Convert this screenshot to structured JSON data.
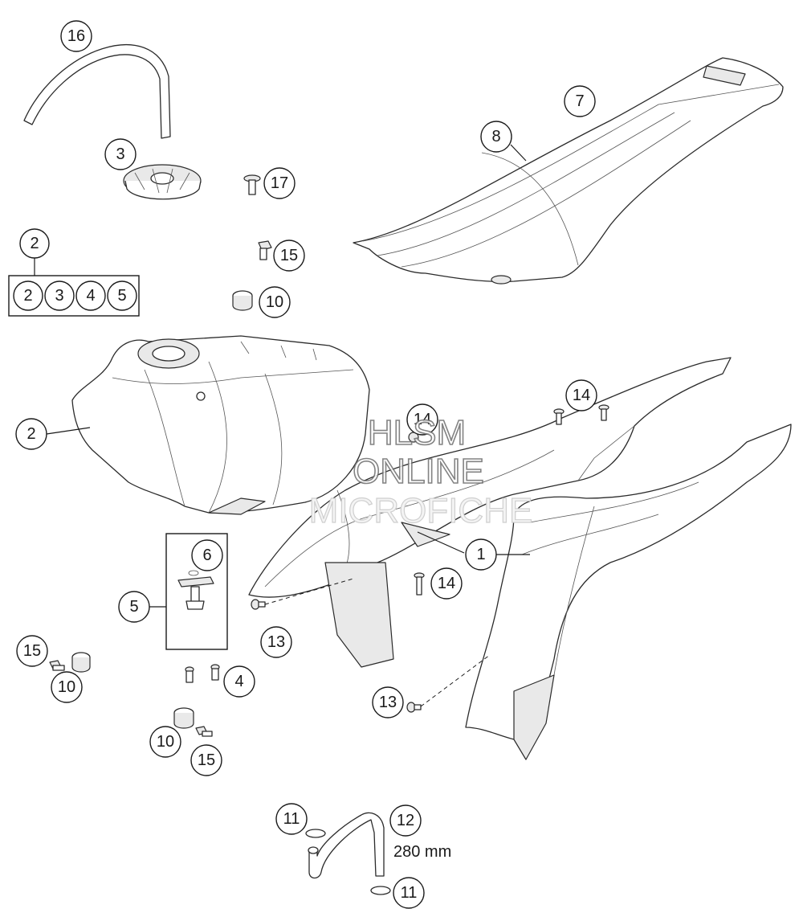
{
  "callouts": {
    "c16": "16",
    "c3": "3",
    "c17": "17",
    "c15_top": "15",
    "c10_top": "10",
    "c7": "7",
    "c8": "8",
    "c2_group": "2",
    "kit_2": "2",
    "kit_3": "3",
    "kit_4": "4",
    "kit_5": "5",
    "c2_tank": "2",
    "c6": "6",
    "c5": "5",
    "c15_left": "15",
    "c10_left": "10",
    "c4": "4",
    "c10_low": "10",
    "c15_low": "15",
    "c14_top": "14",
    "c14_mid": "14",
    "c14_low": "14",
    "c1": "1",
    "c13_mid": "13",
    "c13_low": "13",
    "c11_top": "11",
    "c12": "12",
    "c11_low": "11"
  },
  "hose_length": "280 mm",
  "watermark": {
    "line1": "HLSM",
    "line2": "ONLINE",
    "line3": "MICROFICHE"
  },
  "colors": {
    "line": "#2b2b2b",
    "shade": "#e9e9e9",
    "watermark_outline": "#6e6e6e"
  }
}
